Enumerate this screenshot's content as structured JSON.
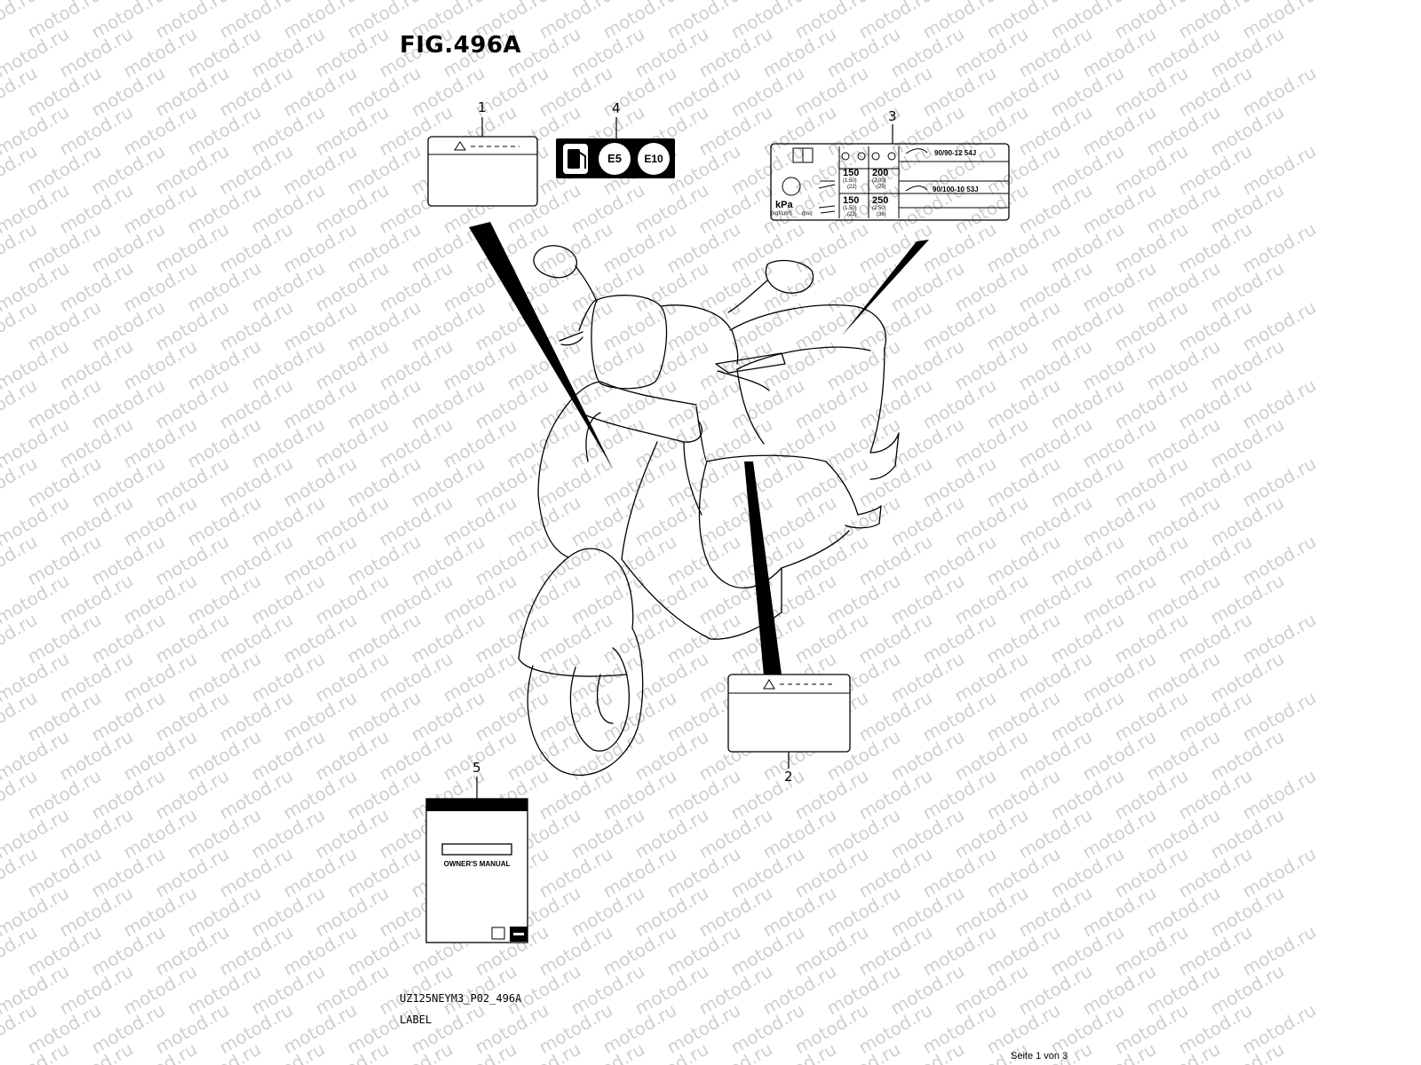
{
  "figure": {
    "title": "FIG.496A",
    "drawing_code": "UZ125NEYM3_P02_496A",
    "caption": "LABEL"
  },
  "callouts": [
    "1",
    "2",
    "3",
    "4",
    "5"
  ],
  "fuel_label": {
    "icon": "fuel-pump-icon",
    "badges": [
      "E5",
      "E10"
    ]
  },
  "tire_label": {
    "icons": [
      "owner-manual-book-icon",
      "tire-pressure-icon",
      "rider-icon",
      "rider-passenger-icon",
      "motorcycle-front-icon",
      "motorcycle-rear-icon"
    ],
    "unit_main": "kPa",
    "unit_alt1": "(kgf/cm²)",
    "unit_alt2": "(psi)",
    "solo_front": "150",
    "solo_front_kgf": "(1.50)",
    "solo_front_psi": "(22)",
    "solo_rear": "200",
    "solo_rear_kgf": "(2.00)",
    "solo_rear_psi": "(29)",
    "dual_front": "150",
    "dual_front_kgf": "(1.50)",
    "dual_front_psi": "(22)",
    "dual_rear": "250",
    "dual_rear_kgf": "(2.50)",
    "dual_rear_psi": "(36)",
    "front_tire": "90/90-12 54J",
    "rear_tire": "90/100-10 53J"
  },
  "owners_manual": {
    "title": "OWNER'S MANUAL",
    "icon": "brand-logo-icon"
  },
  "warning_label": {
    "icon": "warning-triangle-icon"
  },
  "watermark": "motod.ru",
  "page_indicator": "Seite 1 von 3"
}
